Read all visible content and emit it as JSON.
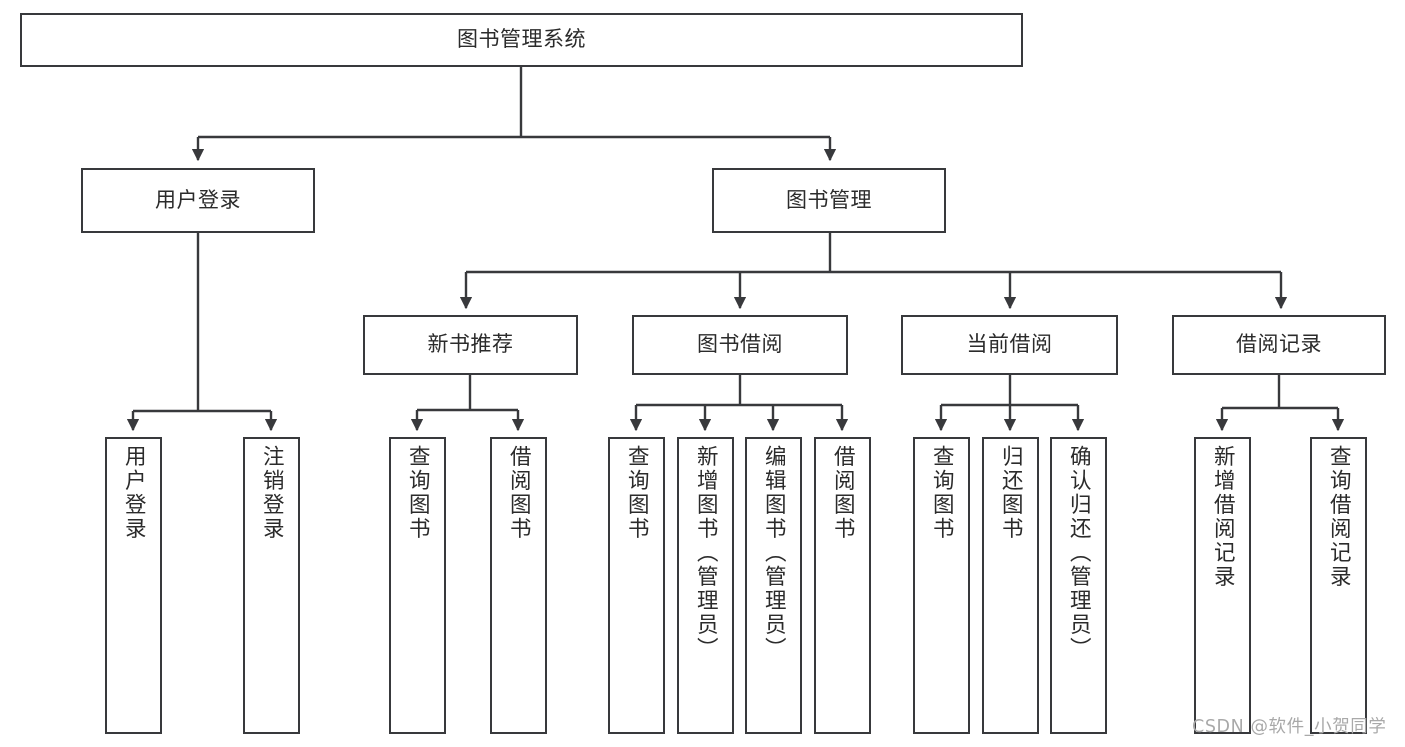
{
  "diagram": {
    "type": "tree-hierarchy",
    "title": "图书管理系统",
    "orientation": "top-down",
    "levels": 4,
    "root": {
      "id": "root",
      "label": "图书管理系统",
      "text_orientation": "horizontal"
    },
    "level2": [
      {
        "id": "user-login",
        "label": "用户登录",
        "text_orientation": "horizontal"
      },
      {
        "id": "book-manage",
        "label": "图书管理",
        "text_orientation": "horizontal"
      }
    ],
    "level3": [
      {
        "id": "new-book-recommend",
        "label": "新书推荐",
        "parent": "book-manage",
        "text_orientation": "horizontal"
      },
      {
        "id": "book-borrow",
        "label": "图书借阅",
        "parent": "book-manage",
        "text_orientation": "horizontal"
      },
      {
        "id": "current-borrow",
        "label": "当前借阅",
        "parent": "book-manage",
        "text_orientation": "horizontal"
      },
      {
        "id": "borrow-record",
        "label": "借阅记录",
        "parent": "book-manage",
        "text_orientation": "horizontal"
      }
    ],
    "leaves": [
      {
        "id": "leaf-user-login",
        "label": "用户登录",
        "parent": "user-login",
        "text_orientation": "vertical"
      },
      {
        "id": "leaf-logout",
        "label": "注销登录",
        "parent": "user-login",
        "text_orientation": "vertical"
      },
      {
        "id": "leaf-query-book-1",
        "label": "查询图书",
        "parent": "new-book-recommend",
        "text_orientation": "vertical"
      },
      {
        "id": "leaf-borrow-book-1",
        "label": "借阅图书",
        "parent": "new-book-recommend",
        "text_orientation": "vertical"
      },
      {
        "id": "leaf-query-book-2",
        "label": "查询图书",
        "parent": "book-borrow",
        "text_orientation": "vertical"
      },
      {
        "id": "leaf-add-book",
        "label": "新增图书（管理员）",
        "parent": "book-borrow",
        "text_orientation": "vertical"
      },
      {
        "id": "leaf-edit-book",
        "label": "编辑图书（管理员）",
        "parent": "book-borrow",
        "text_orientation": "vertical"
      },
      {
        "id": "leaf-borrow-book-2",
        "label": "借阅图书",
        "parent": "book-borrow",
        "text_orientation": "vertical"
      },
      {
        "id": "leaf-query-book-3",
        "label": "查询图书",
        "parent": "current-borrow",
        "text_orientation": "vertical"
      },
      {
        "id": "leaf-return-book",
        "label": "归还图书",
        "parent": "current-borrow",
        "text_orientation": "vertical"
      },
      {
        "id": "leaf-confirm-return",
        "label": "确认归还（管理员）",
        "parent": "current-borrow",
        "text_orientation": "vertical"
      },
      {
        "id": "leaf-add-record",
        "label": "新增借阅记录",
        "parent": "borrow-record",
        "text_orientation": "vertical"
      },
      {
        "id": "leaf-query-record",
        "label": "查询借阅记录",
        "parent": "borrow-record",
        "text_orientation": "vertical"
      }
    ]
  },
  "watermark": {
    "text": "CSDN @软件_小贺同学"
  },
  "colors": {
    "stroke": "#38393c",
    "text": "#2b2b2b",
    "background": "#ffffff",
    "watermark": "#a9a9a9"
  }
}
